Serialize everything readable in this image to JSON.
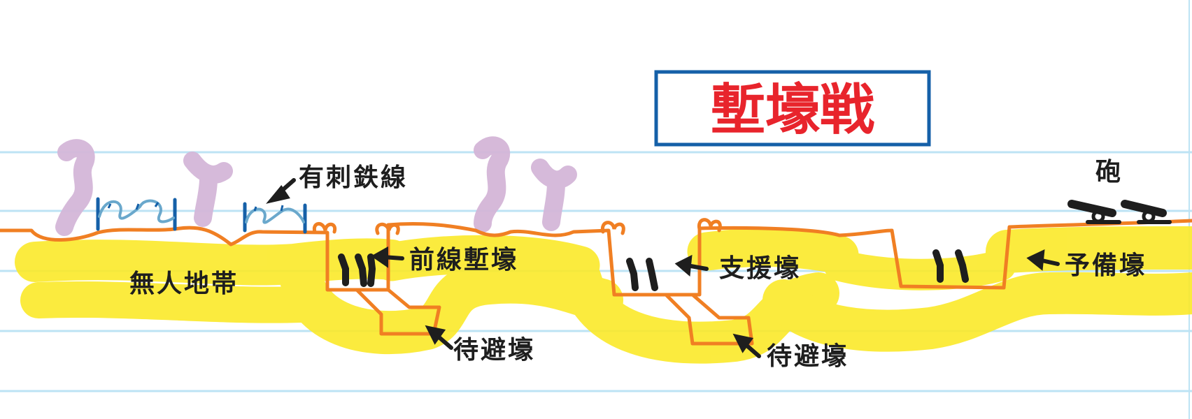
{
  "title": "塹壕戦",
  "labels": {
    "barbed_wire": "有刺鉄線",
    "no_mans_land": "無人地帯",
    "front_trench": "前線塹壕",
    "dugout_1": "待避壕",
    "support_trench": "支援壕",
    "dugout_2": "待避壕",
    "reserve_trench": "予備壕",
    "artillery": "砲"
  },
  "colors": {
    "title": "#e8242c",
    "title_border": "#1560a8",
    "rule_lines": "#bde3f4",
    "earth_outline": "#f07f23",
    "highlight": "#fbe92a",
    "smoke": "#d4b6d8",
    "wire_posts": "#1560a8",
    "wire_coils": "#6aa8cc",
    "ink": "#1e1e1e"
  }
}
